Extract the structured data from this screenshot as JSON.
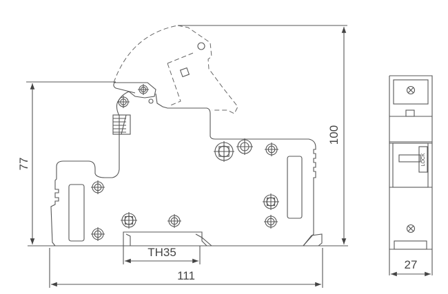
{
  "dimensions": {
    "height_overall": "100",
    "height_body": "77",
    "width_side": "111",
    "rail": "TH35",
    "width_front": "27"
  },
  "front_view": {
    "lock_label": "LOCK"
  },
  "colors": {
    "line": "#555555",
    "background": "#ffffff"
  }
}
